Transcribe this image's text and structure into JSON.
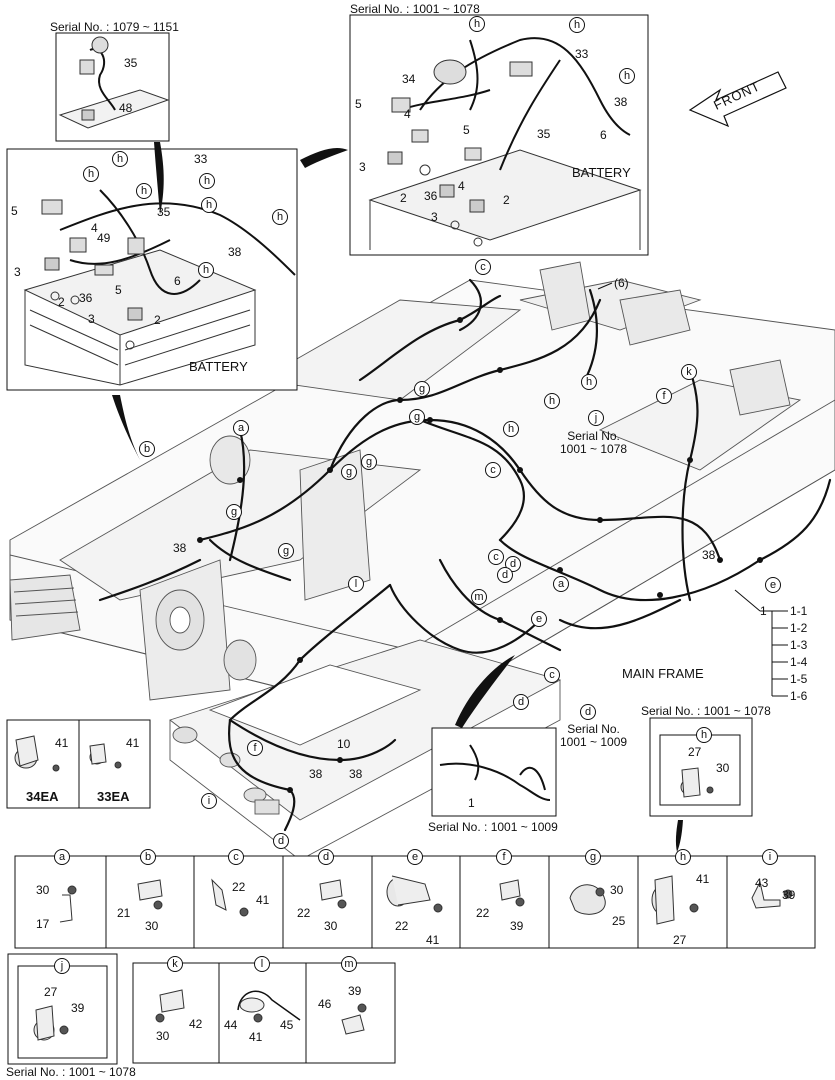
{
  "serials": {
    "top_small": "Serial No. : 1079 ~ 1151",
    "top_big": "Serial No. : 1001 ~ 1078",
    "j_note": "Serial No.\n1001 ~ 1078",
    "d_note": "Serial No.\n1001 ~ 1009",
    "d_inset": "Serial No.  : 1001 ~ 1009",
    "h_inset": "Serial No. : 1001 ~ 1078",
    "j_bottom": "Serial No. : 1001 ~ 1078"
  },
  "labels": {
    "battery": "BATTERY",
    "front": "FRONT",
    "main_frame": "MAIN FRAME",
    "six": "(6)",
    "ea34": "34EA",
    "ea33": "33EA"
  },
  "main_frame_list": [
    "1-1",
    "1-2",
    "1-3",
    "1-4",
    "1-5",
    "1-6"
  ],
  "detail_row1": [
    {
      "letter": "a",
      "parts": [
        "30",
        "17"
      ]
    },
    {
      "letter": "b",
      "parts": [
        "21",
        "30"
      ]
    },
    {
      "letter": "c",
      "parts": [
        "22",
        "41"
      ]
    },
    {
      "letter": "d",
      "parts": [
        "22",
        "30"
      ]
    },
    {
      "letter": "e",
      "parts": [
        "22",
        "41"
      ]
    },
    {
      "letter": "f",
      "parts": [
        "22",
        "39"
      ]
    },
    {
      "letter": "g",
      "parts": [
        "30",
        "25"
      ]
    },
    {
      "letter": "h",
      "parts": [
        "41",
        "27"
      ]
    },
    {
      "letter": "i",
      "parts": [
        "43",
        "39"
      ]
    }
  ],
  "detail_row2": [
    {
      "letter": "k",
      "parts": [
        "30",
        "42"
      ]
    },
    {
      "letter": "l",
      "parts": [
        "44",
        "41",
        "45"
      ]
    },
    {
      "letter": "m",
      "parts": [
        "46",
        "39"
      ]
    }
  ],
  "detail_j": {
    "letter": "j",
    "parts": [
      "27",
      "39"
    ]
  },
  "detail_h_inset": {
    "letter": "h",
    "parts": [
      "27",
      "30"
    ]
  },
  "clamp_parts": [
    "41",
    "41"
  ],
  "callouts_left_battery": [
    "5",
    "3",
    "2",
    "36",
    "3",
    "5",
    "49",
    "4",
    "6",
    "35",
    "33",
    "38",
    "2"
  ],
  "callouts_right_battery": [
    "34",
    "5",
    "4",
    "3",
    "2",
    "36",
    "5",
    "4",
    "3",
    "35",
    "33",
    "38",
    "6",
    "2"
  ],
  "callouts_small_inset": [
    "35",
    "48"
  ],
  "callouts_main": [
    "38",
    "38",
    "1",
    "10",
    "38",
    "38"
  ],
  "callout_d_inset": [
    "1"
  ]
}
